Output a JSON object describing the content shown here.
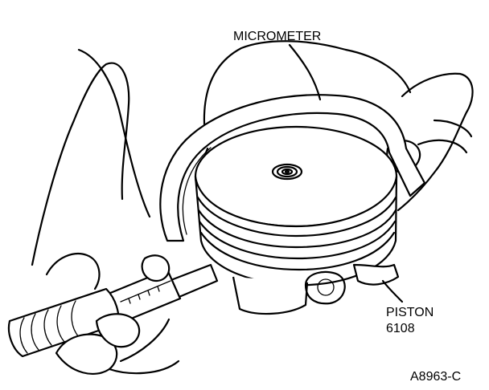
{
  "labels": {
    "micrometer": "MICROMETER",
    "piston_line1": "PISTON",
    "piston_line2": "6108",
    "figure_code": "A8963-C"
  },
  "icons": {
    "illustration": "piston-measured-with-micrometer-line-drawing"
  },
  "colors": {
    "ink": "#000000",
    "paper": "#ffffff"
  }
}
